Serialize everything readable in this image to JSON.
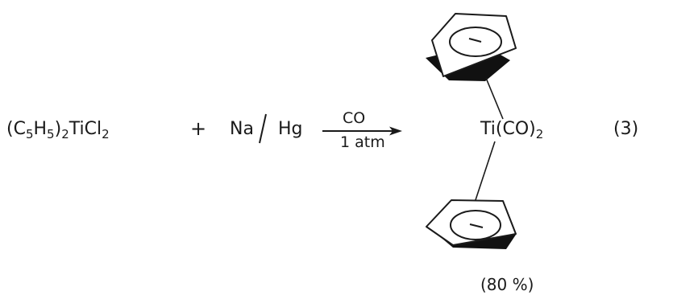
{
  "reaction": {
    "reactant_formula": [
      {
        "t": "(C",
        "sub": false
      },
      {
        "t": "5",
        "sub": true
      },
      {
        "t": "H",
        "sub": false
      },
      {
        "t": "5",
        "sub": true
      },
      {
        "t": ")",
        "sub": false
      },
      {
        "t": "2",
        "sub": true
      },
      {
        "t": "TiCl",
        "sub": false
      },
      {
        "t": "2",
        "sub": true
      }
    ],
    "plus": "+",
    "reagent_left": "Na",
    "reagent_right": "Hg",
    "condition_above": "CO",
    "condition_below": "1 atm",
    "product_formula": [
      {
        "t": "Ti(CO)",
        "sub": false
      },
      {
        "t": "2",
        "sub": true
      }
    ],
    "equation_number": "(3)",
    "yield": "(80 %)"
  }
}
